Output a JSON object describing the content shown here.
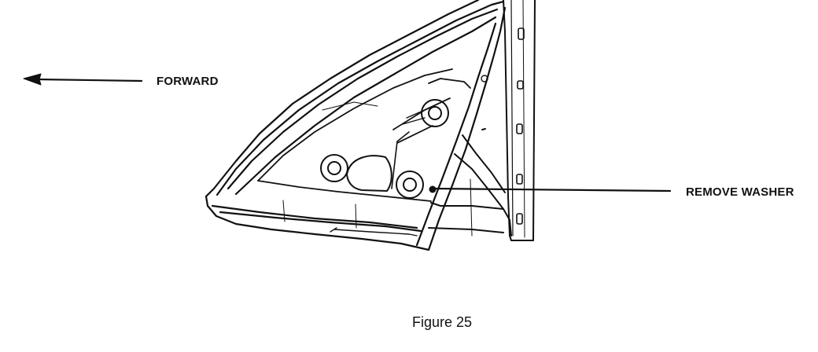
{
  "diagram": {
    "labels": {
      "forward": "FORWARD",
      "remove_washer": "REMOVE WASHER"
    },
    "caption": "Figure 25",
    "line_color": "#111111",
    "background": "#ffffff"
  }
}
